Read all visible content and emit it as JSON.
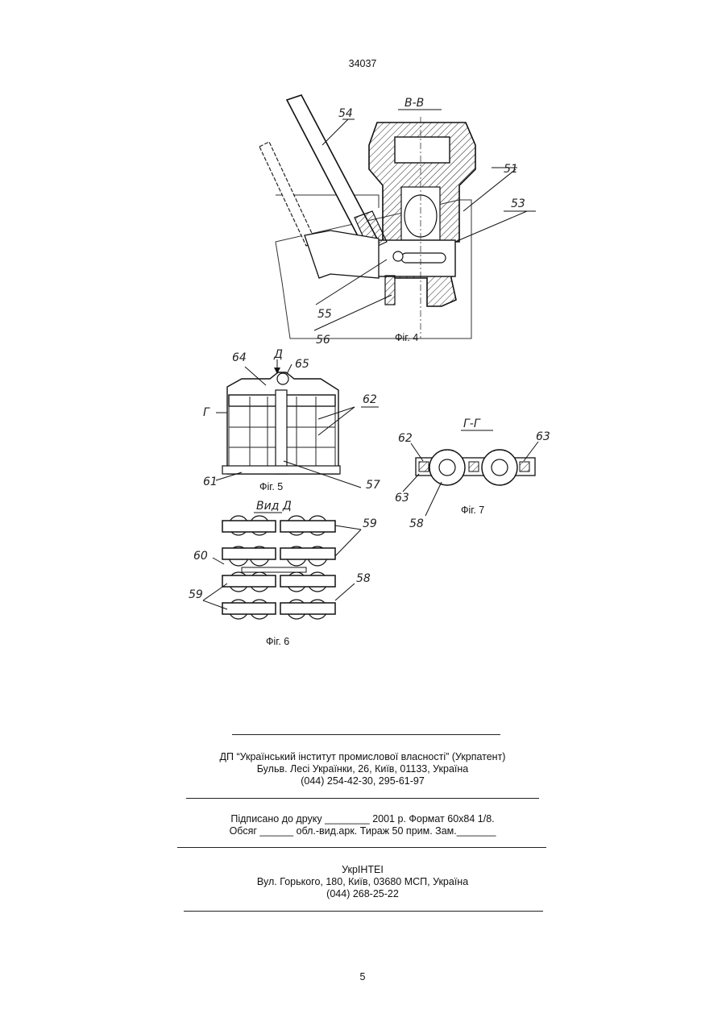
{
  "header": {
    "doc_number": "34037"
  },
  "figures": {
    "fig4": {
      "section_label": "В-В",
      "callouts": [
        "54",
        "51",
        "53",
        "55",
        "56"
      ],
      "caption": "Фіг. 4"
    },
    "fig5": {
      "callouts": [
        "64",
        "Д",
        "65",
        "62",
        "Г",
        "61",
        "57"
      ],
      "caption": "Фіг. 5"
    },
    "fig6": {
      "view_label": "Вид Д",
      "callouts": [
        "59",
        "60",
        "58",
        "59"
      ],
      "caption": "Фіг. 6"
    },
    "fig7": {
      "section_label": "Г-Г",
      "callouts": [
        "62",
        "63",
        "63",
        "58"
      ],
      "caption": "Фіг. 7"
    }
  },
  "footer": {
    "block1": {
      "line1": "ДП “Український інститут промислової власності” (Укрпатент)",
      "line2": "Бульв. Лесі Українки, 26, Київ, 01133, Україна",
      "line3": "(044) 254-42-30, 295-61-97"
    },
    "block2": {
      "line1": "Підписано до друку ________ 2001 р.   Формат 60х84 1/8.",
      "line2": "Обсяг ______ обл.-вид.арк.   Тираж 50 прим.    Зам._______"
    },
    "block3": {
      "line1": "УкрІНТЕІ",
      "line2": "Вул. Горького, 180, Київ, 03680 МСП, Україна",
      "line3": "(044) 268-25-22"
    }
  },
  "page_number": "5"
}
